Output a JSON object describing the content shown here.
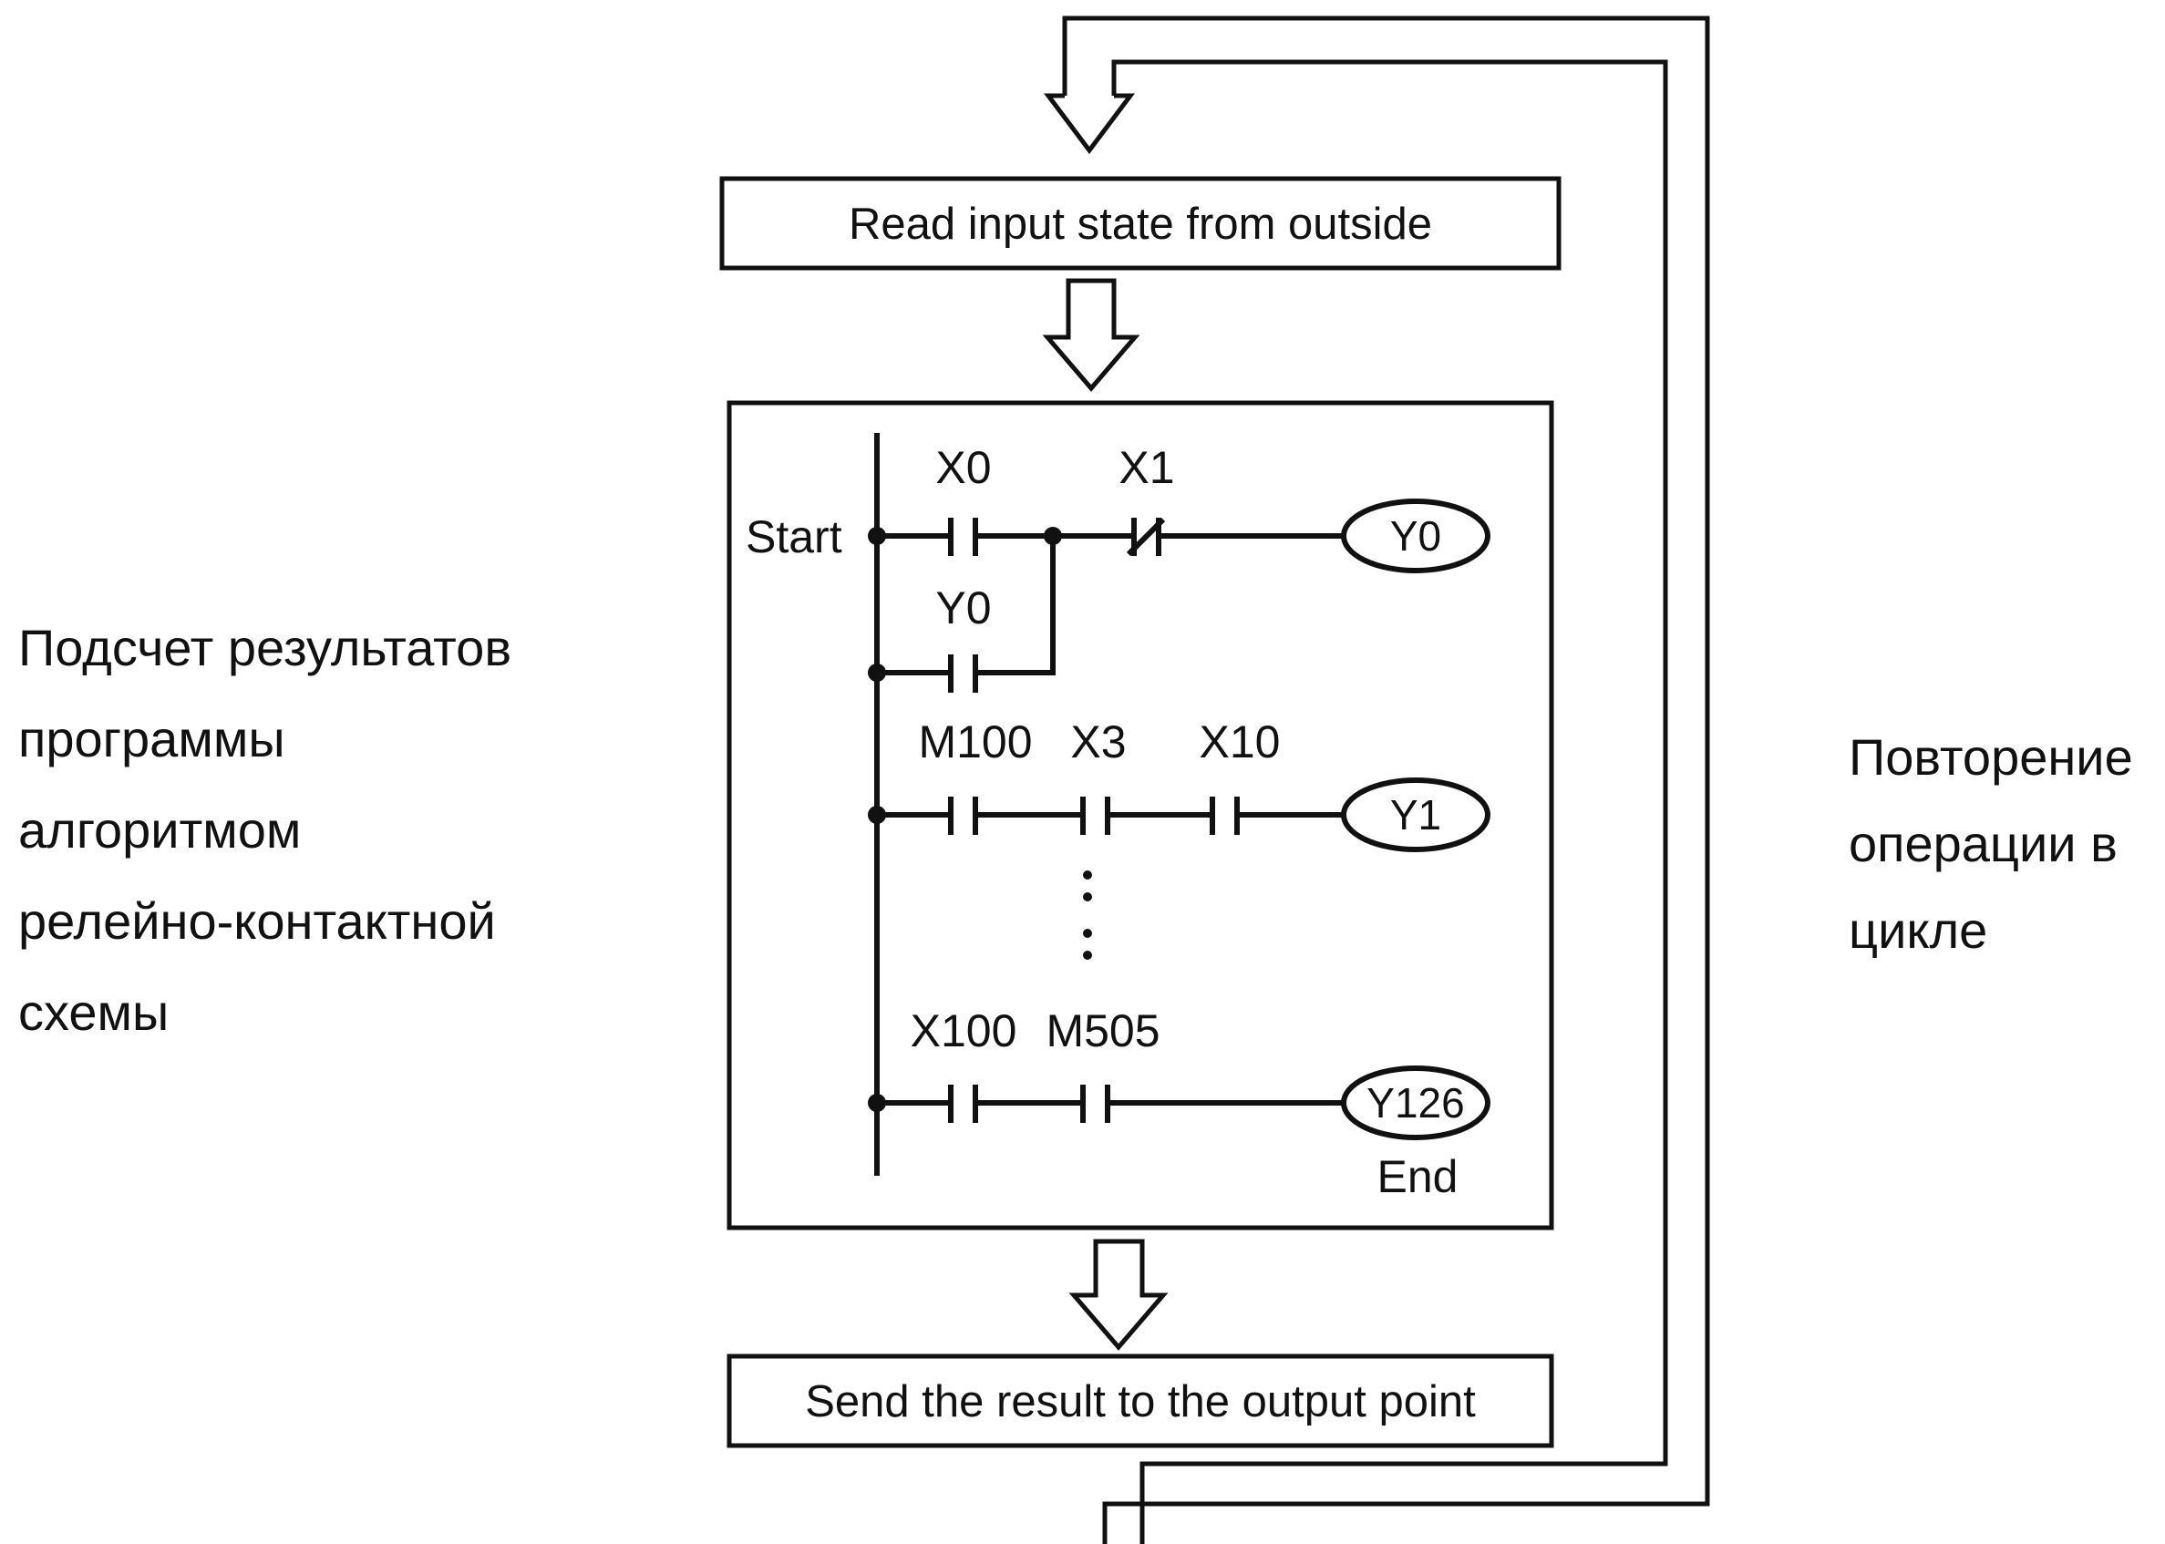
{
  "read_box": {
    "label": "Read input state from outside"
  },
  "send_box": {
    "label": "Send the result to the output point"
  },
  "left_note": {
    "lines": [
      "Подсчет результатов",
      "программы",
      "алгоритмом",
      "релейно-контактной",
      "схемы"
    ]
  },
  "right_note": {
    "lines": [
      "Повторение",
      "операции в",
      "цикле"
    ]
  },
  "ladder": {
    "start_label": "Start",
    "end_label": "End",
    "rung1": {
      "contact_a": "X0",
      "contact_b": "X1",
      "branch_contact": "Y0",
      "coil": "Y0"
    },
    "rung2": {
      "contact_a": "M100",
      "contact_b": "X3",
      "contact_c": "X10",
      "coil": "Y1"
    },
    "rung3": {
      "contact_a": "X100",
      "contact_b": "M505",
      "coil": "Y126"
    }
  }
}
